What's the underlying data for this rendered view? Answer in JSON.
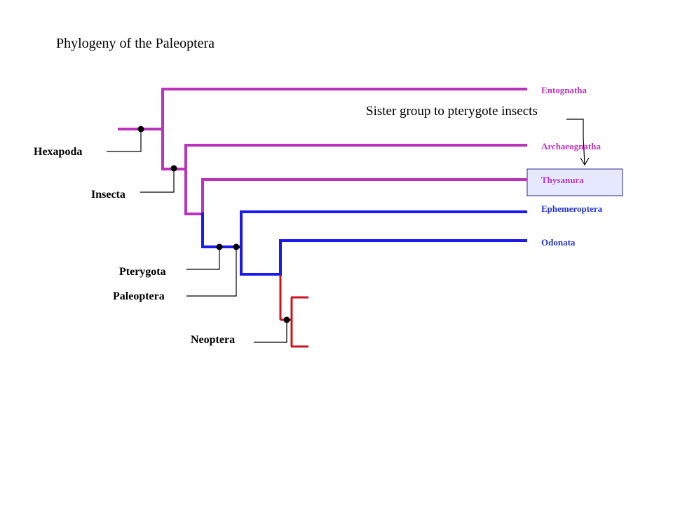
{
  "title": "Phylogeny of the Paleoptera",
  "annotation": "Sister group to pterygote insects",
  "colors": {
    "basal_lineage": "#bb33bb",
    "paleoptera_lineage": "#1a1aee",
    "neoptera_lineage": "#c8141e",
    "highlight_box_fill": "#e6e8ff"
  },
  "clades": {
    "hexapoda": "Hexapoda",
    "insecta": "Insecta",
    "pterygota": "Pterygota",
    "paleoptera": "Paleoptera",
    "neoptera": "Neoptera"
  },
  "taxa": {
    "entognatha": "Entognatha",
    "archaeognatha": "Archaeognatha",
    "thysanura": "Thysanura",
    "ephemeroptera": "Ephemeroptera",
    "odonata": "Odonata"
  }
}
